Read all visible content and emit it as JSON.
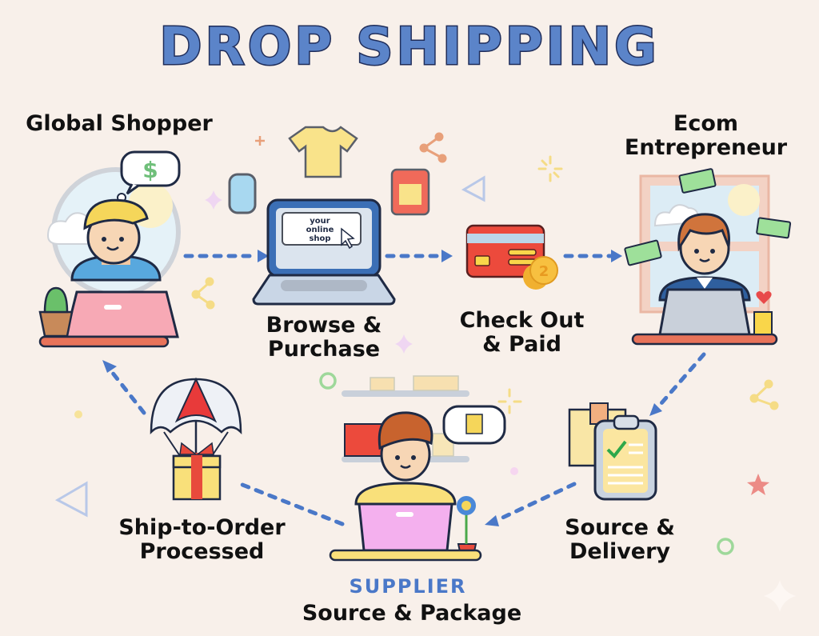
{
  "title": "DROP SHIPPING",
  "colors": {
    "background": "#f8f0ea",
    "title_fill": "#5b84c9",
    "title_outline": "#1f2d5a",
    "arrow": "#4a78c8",
    "supplier_label": "#4a78c8",
    "label_text": "#111111"
  },
  "nodes": {
    "global_shopper": {
      "label": "Global Shopper",
      "icon": "shopper-with-laptop-icon",
      "thought_bubble": "$"
    },
    "browse_purchase": {
      "line1": "Browse &",
      "line2": "Purchase",
      "icon": "laptop-online-shop-icon",
      "screen_text_1": "your",
      "screen_text_2": "online",
      "screen_text_3": "shop"
    },
    "checkout_paid": {
      "line1": "Check Out",
      "line2": "& Paid",
      "icon": "credit-card-coins-icon",
      "coin_label": "2"
    },
    "ecom_entrepreneur": {
      "line1": "Ecom",
      "line2": "Entrepreneur",
      "icon": "entrepreneur-with-laptop-icon"
    },
    "source_delivery": {
      "line1": "Source &",
      "line2": "Delivery",
      "icon": "clipboard-checklist-icon"
    },
    "supplier": {
      "role": "SUPPLIER",
      "label": "Source & Package",
      "icon": "supplier-with-laptop-icon"
    },
    "ship_to_order": {
      "line1": "Ship-to-Order",
      "line2": "Processed",
      "icon": "parachute-gift-icon"
    }
  },
  "flow": [
    "Global Shopper",
    "Browse & Purchase",
    "Check Out & Paid",
    "Ecom Entrepreneur",
    "Source & Delivery",
    "Supplier: Source & Package",
    "Ship-to-Order Processed",
    "Global Shopper"
  ]
}
